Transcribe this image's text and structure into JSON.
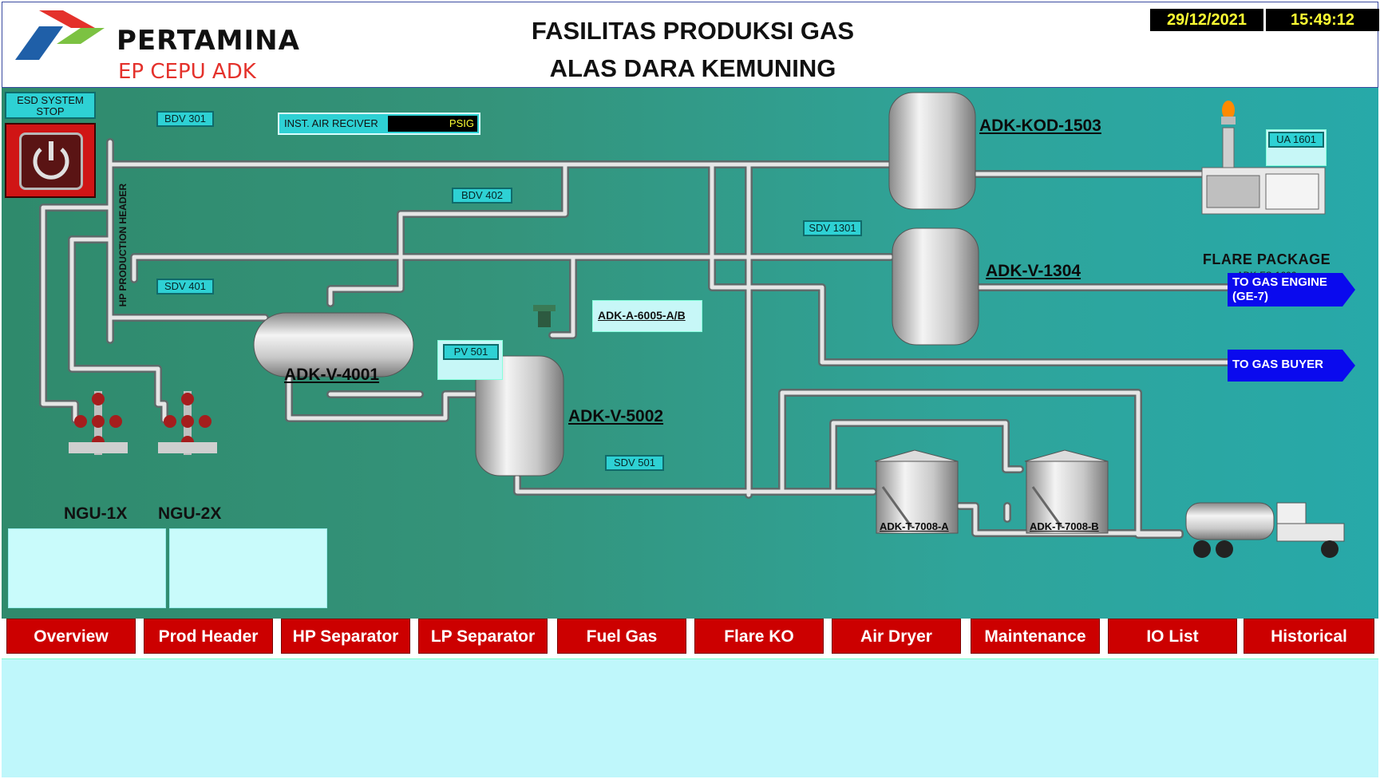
{
  "header": {
    "brand_name": "PERTAMINA",
    "brand_sub": "EP CEPU ADK",
    "title_line1": "FASILITAS PRODUKSI GAS",
    "title_line2": "ALAS DARA KEMUNING",
    "date": "29/12/2021",
    "time": "15:49:12"
  },
  "esd": {
    "label": "ESD SYSTEM STOP",
    "icon": "power-icon"
  },
  "instrument_air": {
    "label": "INST. AIR RECIVER",
    "unit": "PSIG"
  },
  "tags": {
    "bdv301": "BDV 301",
    "bdv402": "BDV 402",
    "sdv401": "SDV 401",
    "sdv1301": "SDV 1301",
    "sdv501": "SDV 501",
    "pv501": "PV 501",
    "ua1601": "UA 1601",
    "hp_header": "HP PRODUCTION HEADER"
  },
  "equipment": {
    "kod": "ADK-KOD-1503",
    "v1304": "ADK-V-1304",
    "v4001": "ADK-V-4001",
    "v5002": "ADK-V-5002",
    "a6005": "ADK-A-6005-A/B",
    "t7008a": "ADK-T-7008-A",
    "t7008b": "ADK-T-7008-B",
    "flare_title": "FLARE PACKAGE",
    "flare_tag": "ADK-FS-1606",
    "well1": "NGU-1X",
    "well2": "NGU-2X"
  },
  "destinations": {
    "gas_engine": "TO GAS ENGINE (GE-7)",
    "gas_buyer": "TO GAS BUYER"
  },
  "nav": [
    "Overview",
    "Prod Header",
    "HP Separator",
    "LP Separator",
    "Fuel Gas",
    "Flare KO",
    "Air Dryer",
    "Maintenance",
    "IO List",
    "Historical"
  ],
  "colors": {
    "nav_red": "#cc0000",
    "tag_cyan": "#2ed1d4",
    "dest_blue": "#0a0aee",
    "clock_text": "#ffff33"
  }
}
